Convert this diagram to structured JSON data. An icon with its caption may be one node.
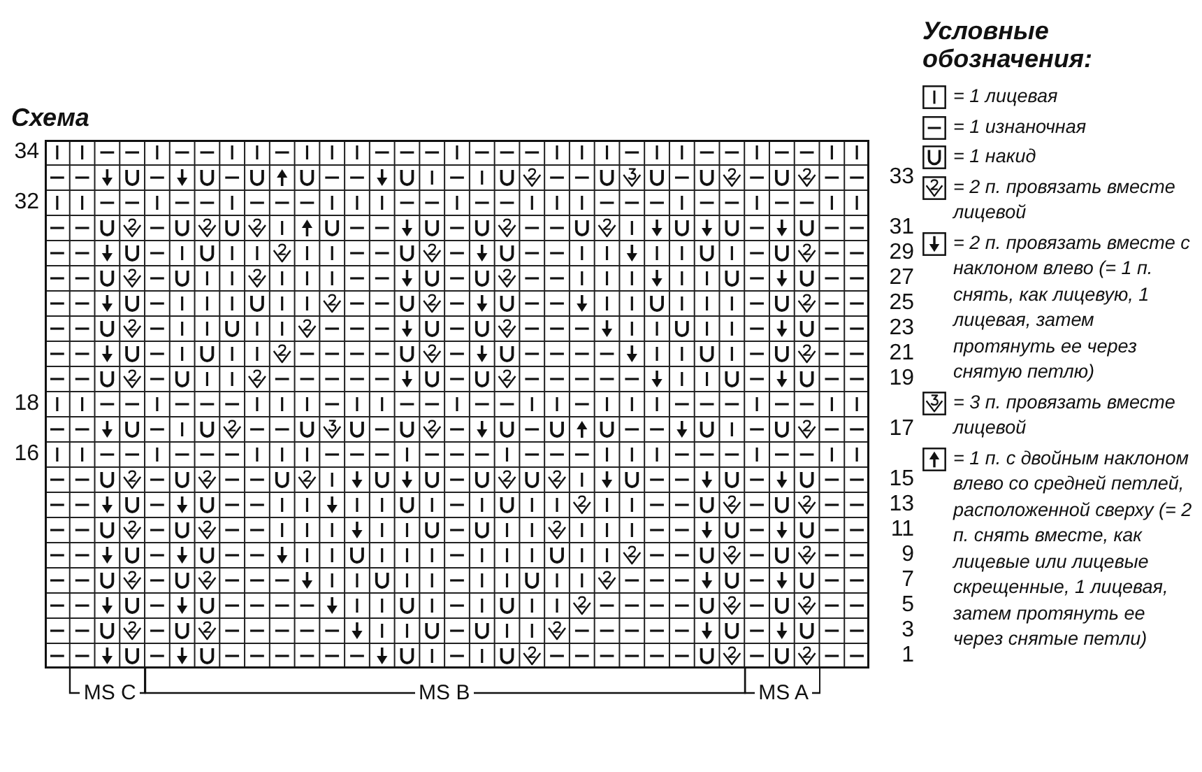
{
  "diagram": {
    "title": "Схема",
    "labels": [
      "Условные обозначения:",
      "34",
      "33",
      "32",
      "31",
      "29",
      "27",
      "25",
      "23",
      "21",
      "19",
      "18",
      "17",
      "16",
      "15",
      "13",
      "11",
      "9",
      "7",
      "5",
      "3",
      "1",
      "MS C",
      "MS B",
      "MS A"
    ],
    "legend": [
      {
        "text": "= 1 лицевая"
      },
      {
        "text": "= 1 изнаночная"
      },
      {
        "text": "= 1 накид"
      },
      {
        "text": "= 2 п. провязать вместе лицевой"
      },
      {
        "text": "= 2 п. провязать вместе с наклоном влево (= 1 п. снять, как лицевую, 1 лицевая, затем протянуть ее через снятую петлю)"
      },
      {
        "text": "= 3 п. провязать вместе лицевой"
      },
      {
        "text": "= 1 п. с двойным наклоном влево со средней петлей, расположенной сверху (= 2 п. снять вместе, как лицевые или лицевые скрещенные, 1 лицевая, затем протянуть ее через снятые петли)"
      }
    ]
  }
}
